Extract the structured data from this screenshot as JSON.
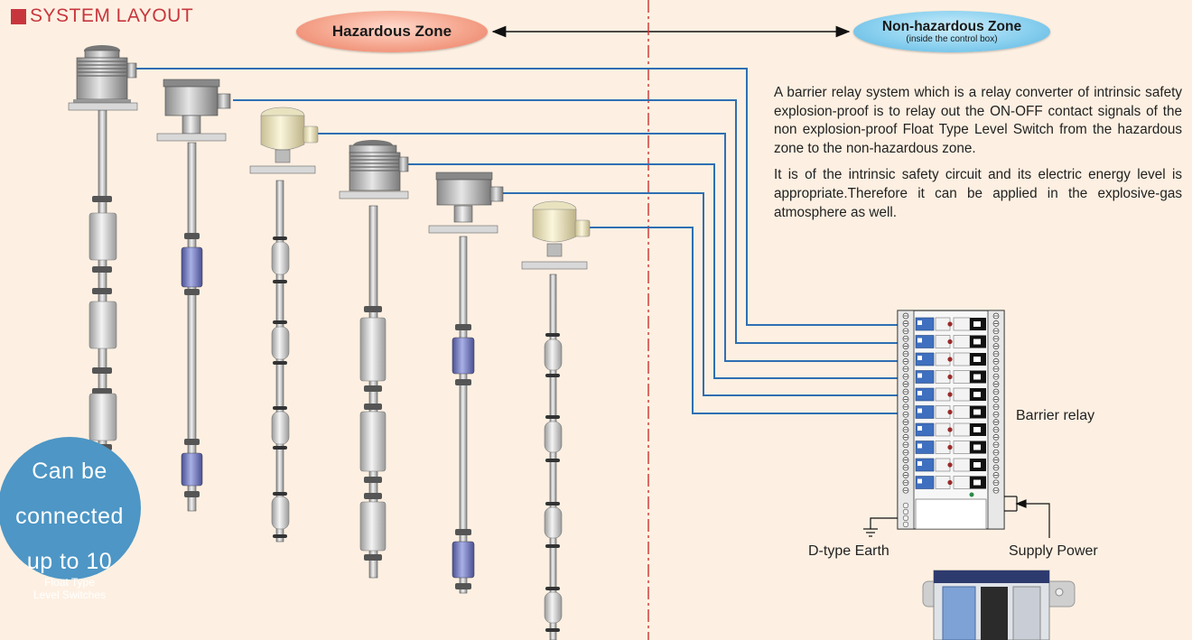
{
  "header": {
    "title": "SYSTEM LAYOUT"
  },
  "zones": {
    "hazardous": "Hazardous Zone",
    "non_hazardous": "Non-hazardous Zone",
    "non_hazardous_sub": "(inside the control box)"
  },
  "description": {
    "paragraph1": "A barrier relay system which is a relay converter of intrinsic safety explosion-proof is to relay out the ON-OFF contact signals of the non explosion-proof Float Type Level Switch from the hazardous zone to the non-hazardous zone.",
    "paragraph2": "It is of the intrinsic safety circuit and its electric energy level is appropriate.Therefore it can be applied in the explosive-gas atmosphere as well."
  },
  "labels": {
    "barrier_relay": "Barrier relay",
    "earth": "D-type Earth",
    "supply": "Supply Power"
  },
  "badge": {
    "line1": "Can be",
    "line2": "connected",
    "line3": "up to 10",
    "line4": "Float Type",
    "line5": "Level Switches"
  },
  "colors": {
    "title_red": "#c8363d",
    "wire_blue": "#2f6fb3",
    "divider_red": "#d03030",
    "badge_blue": "#4d96c5",
    "background": "#fdf0e2"
  }
}
